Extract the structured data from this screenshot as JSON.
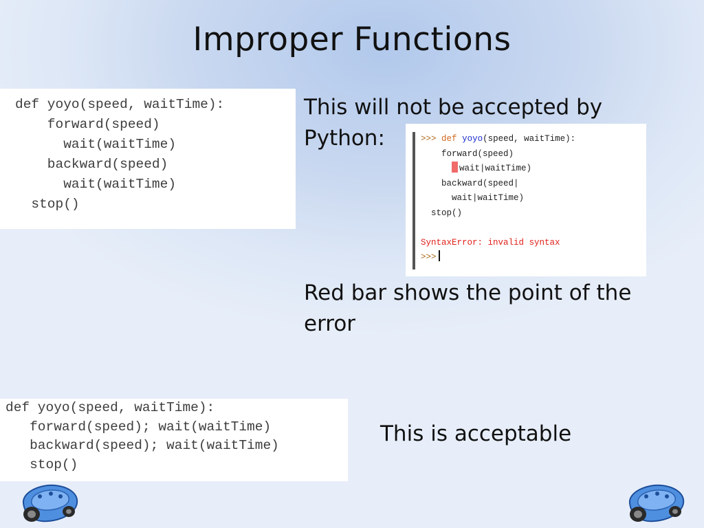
{
  "title": "Improper Functions",
  "improper_code": [
    "def yoyo(speed, waitTime):",
    "    forward(speed)",
    "      wait(waitTime)",
    "    backward(speed)",
    "      wait(waitTime)",
    "  stop()"
  ],
  "text_not_accepted": "This will not be accepted by Python:",
  "shell": {
    "prompt": ">>>",
    "keyword": "def",
    "func_name": "yoyo",
    "sig_rest": "(speed, waitTime):",
    "line2": "    forward(speed)",
    "line3": "wait|waitTime)",
    "line4": "    backward(speed|",
    "line5": "      wait|waitTime)",
    "line6": "  stop()",
    "error": "SyntaxError: invalid syntax",
    "end_prompt": ">>>"
  },
  "text_red_bar": "Red bar shows the point of the error",
  "acceptable_code": [
    "def yoyo(speed, waitTime):",
    "   forward(speed); wait(waitTime)",
    "   backward(speed); wait(waitTime)",
    "   stop()"
  ],
  "text_acceptable": "This is acceptable",
  "colors": {
    "error": "#e0201a",
    "red_bar": "#f06a6a",
    "keyword": "#d2691e",
    "function_name": "#1e2fd0"
  }
}
